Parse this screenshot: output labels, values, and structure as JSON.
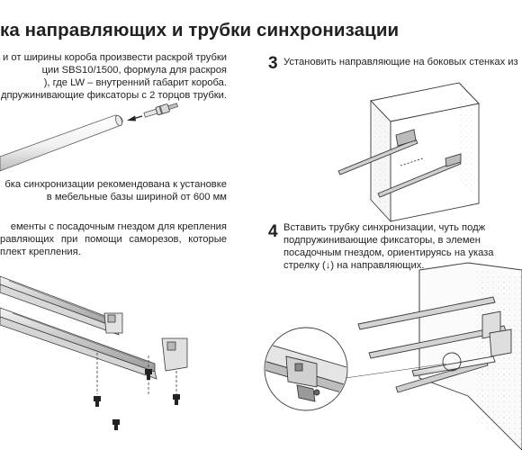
{
  "title": "ка направляющих и трубки синхронизации",
  "step1": {
    "lines": [
      "и от ширины короба произвести раскрой трубки",
      "ции SBS10/1500, формула для раскроя",
      "), где LW – внутренний габарит короба.",
      "дпружинивающие фиксаторы с 2 торцов трубки."
    ]
  },
  "note": {
    "lines": [
      "бка синхронизации рекомендована к установке",
      "в мебельные базы шириной от 600 мм"
    ]
  },
  "step2": {
    "lines": [
      "ементы с посадочным гнездом для крепления",
      "равляющих при помощи саморезов, которые",
      "плект крепления."
    ]
  },
  "step3": {
    "number": "3",
    "text": "Установить направляющие на боковых стенках из"
  },
  "step4": {
    "number": "4",
    "lines": [
      "Вставить трубку синхронизации, чуть подж",
      "подпружинивающие фиксаторы, в элемен",
      "посадочным гнездом, ориентируясь на указа",
      "стрелку (↓) на направляющих."
    ]
  }
}
